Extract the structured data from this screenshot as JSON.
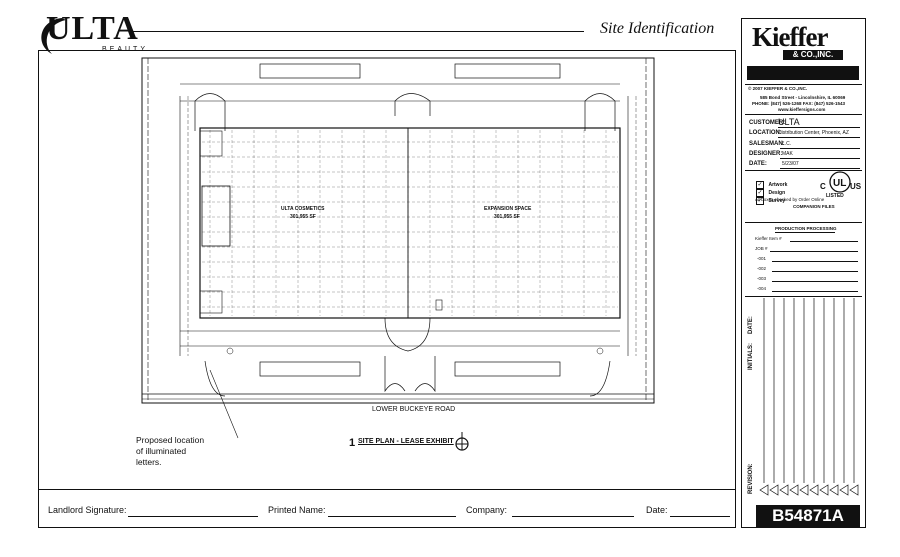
{
  "header": {
    "logo_text": "ULTA",
    "logo_sub": "BEAUTY",
    "sheet_title": "Site Identification"
  },
  "site_plan": {
    "building_left_label": "ULTA COSMETICS",
    "building_left_area": "301,955 SF",
    "building_right_label": "EXPANSION SPACE",
    "building_right_area": "301,955 SF",
    "road_label": "LOWER BUCKEYE ROAD",
    "plan_number": "1",
    "plan_title": "SITE PLAN - LEASE EXHIBIT",
    "note": [
      "Proposed location",
      "of illuminated",
      "letters."
    ]
  },
  "kieffer": {
    "logo": "Kieffer",
    "logo_sub": "& CO.,INC.",
    "copyright": "© 2007 KIEFFER & CO.,INC.",
    "address": "585 Bond Street - Lincolnshire, IL 60069",
    "phone": "PHONE: (847) 526-1268  FAX: (847) 526-1543",
    "web": "www.kieffersigns.com",
    "fields": [
      {
        "label": "CUSTOMER:",
        "value": "ULTA"
      },
      {
        "label": "LOCATION:",
        "value": "Distribution Center, Phoenix, AZ"
      },
      {
        "label": "SALESMAN:",
        "value": "L.C."
      },
      {
        "label": "DESIGNER:",
        "value": "MAK"
      },
      {
        "label": "DATE:",
        "value": "5/23/07"
      }
    ],
    "checks": [
      "Artwork",
      "Design",
      "Survey"
    ],
    "check_note": "All boxes checked by Order Online",
    "ul_label": "LISTED",
    "companion_files": "COMPANION FILES",
    "production": "PRODUCTION PROCESSING",
    "kieffer_item": "Kieffer Item #",
    "job": "JOB #",
    "items": [
      "-001",
      "-002",
      "-003",
      "-004"
    ],
    "initials": "INITIALS:",
    "date": "DATE:",
    "revision": "REVISION:",
    "code": "B54871A"
  },
  "signature_bar": {
    "landlord": "Landlord Signature:",
    "printed": "Printed Name:",
    "company": "Company:",
    "date": "Date:"
  }
}
